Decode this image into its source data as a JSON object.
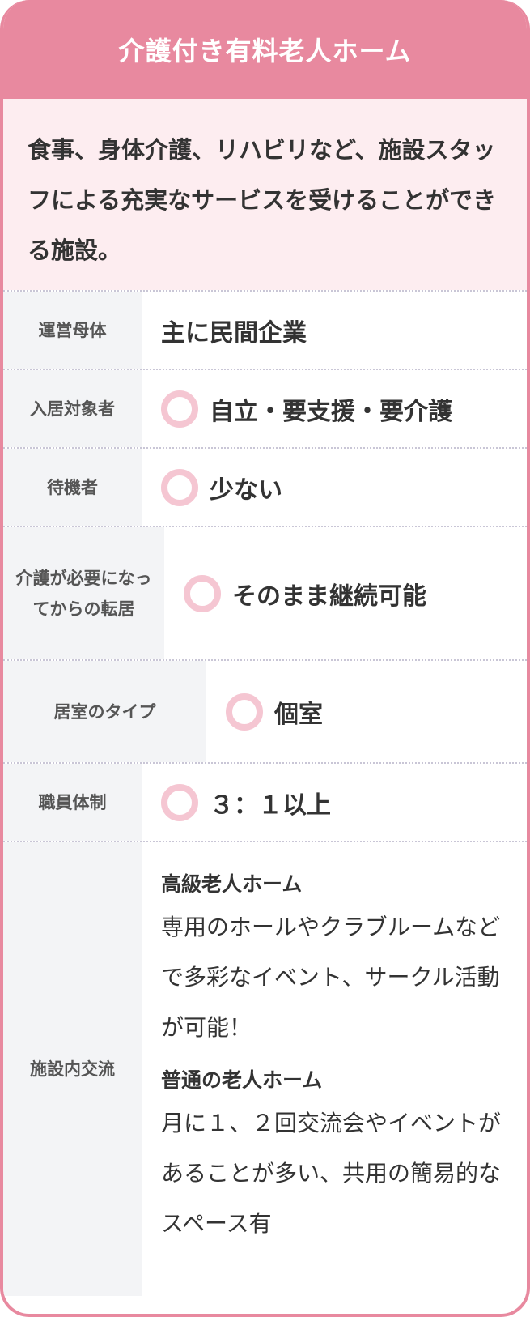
{
  "header": {
    "title": "介護付き有料老人ホーム"
  },
  "description": "食事、身体介護、リハビリなど、施設スタッフによる充実なサービスを受けることができる施設。",
  "colors": {
    "accent": "#e8899f",
    "description_bg": "#fdedf0",
    "label_bg": "#f3f4f6",
    "ring": "#f5c6d2"
  },
  "rows": [
    {
      "label": "運営母体",
      "value": "主に民間企業",
      "icon": null
    },
    {
      "label": "入居対象者",
      "value": "自立・要支援・要介護",
      "icon": "circle-ring-icon"
    },
    {
      "label": "待機者",
      "value": "少ない",
      "icon": "circle-ring-icon"
    },
    {
      "label": "介護が必要になってからの転居",
      "value": "そのまま継続可能",
      "icon": "circle-ring-icon"
    },
    {
      "label": "居室のタイプ",
      "value": "個室",
      "icon": "circle-ring-icon"
    },
    {
      "label": "職員体制",
      "value": "３：１以上",
      "icon": "circle-ring-icon"
    },
    {
      "label": "施設内交流",
      "sections": [
        {
          "heading": "高級老人ホーム",
          "text": "専用のホールやクラブルームなどで多彩なイベント、サークル活動が可能！"
        },
        {
          "heading": "普通の老人ホーム",
          "text": "月に１、２回交流会やイベントがあることが多い、共用の簡易的なスペース有"
        }
      ]
    }
  ]
}
